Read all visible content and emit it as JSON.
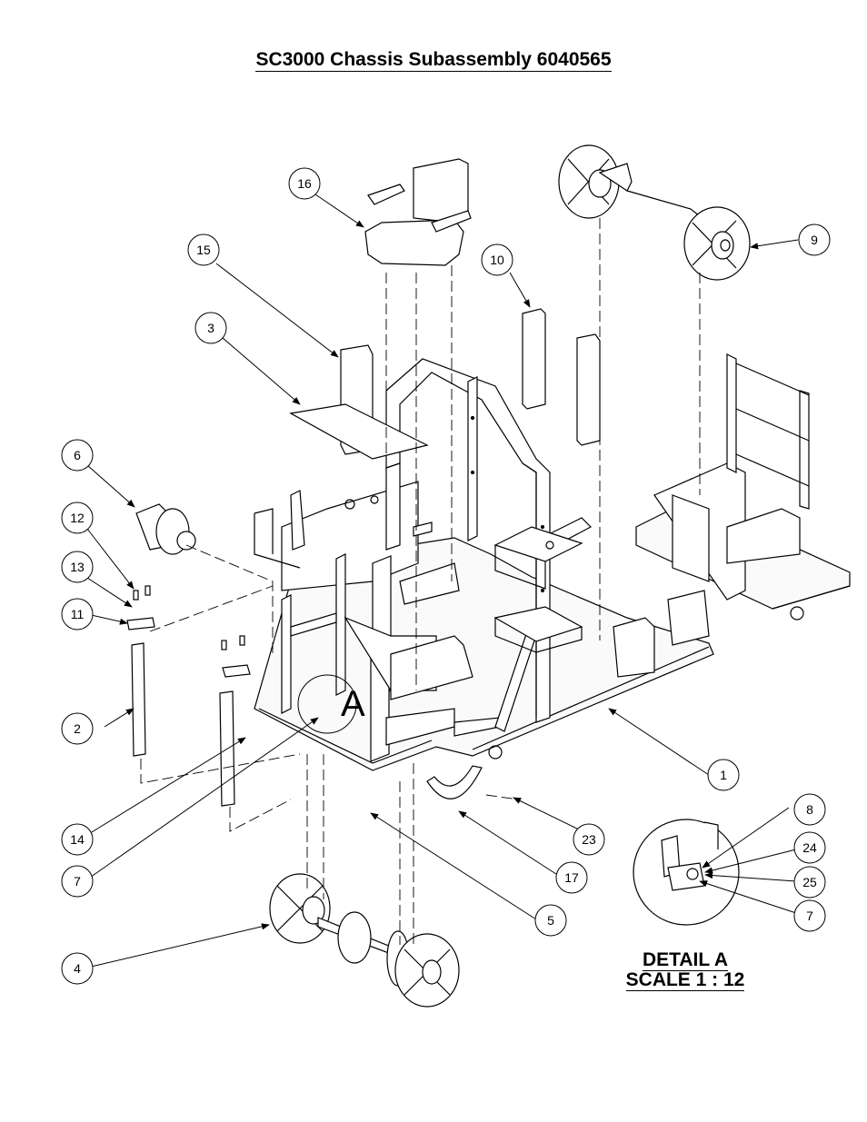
{
  "title": "SC3000 Chassis Subassembly 6040565",
  "detail": {
    "marker": "A",
    "label": "DETAIL A",
    "scale": "SCALE 1 : 12"
  },
  "callouts": [
    {
      "id": "c1",
      "text": "1"
    },
    {
      "id": "c2",
      "text": "2"
    },
    {
      "id": "c3",
      "text": "3"
    },
    {
      "id": "c4",
      "text": "4"
    },
    {
      "id": "c5",
      "text": "5"
    },
    {
      "id": "c6",
      "text": "6"
    },
    {
      "id": "c7",
      "text": "7"
    },
    {
      "id": "c7b",
      "text": "7"
    },
    {
      "id": "c8",
      "text": "8"
    },
    {
      "id": "c9",
      "text": "9"
    },
    {
      "id": "c10",
      "text": "10"
    },
    {
      "id": "c11",
      "text": "11"
    },
    {
      "id": "c12",
      "text": "12"
    },
    {
      "id": "c13",
      "text": "13"
    },
    {
      "id": "c14",
      "text": "14"
    },
    {
      "id": "c15",
      "text": "15"
    },
    {
      "id": "c16",
      "text": "16"
    },
    {
      "id": "c17",
      "text": "17"
    },
    {
      "id": "c23",
      "text": "23"
    },
    {
      "id": "c24",
      "text": "24"
    },
    {
      "id": "c25",
      "text": "25"
    }
  ]
}
